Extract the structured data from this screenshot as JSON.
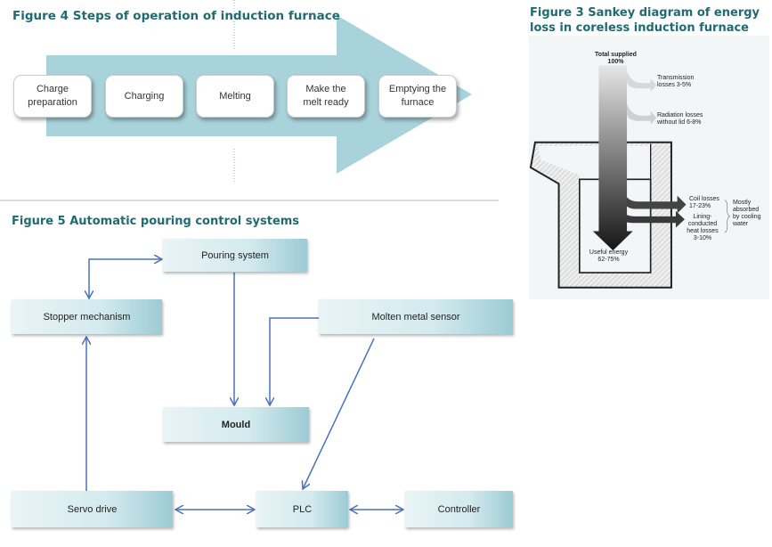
{
  "figure4": {
    "title": "Figure 4 Steps of operation of induction furnace",
    "steps": [
      {
        "line1": "Charge",
        "line2": "preparation"
      },
      {
        "line1": "Charging",
        "line2": ""
      },
      {
        "line1": "Melting",
        "line2": ""
      },
      {
        "line1": "Make the",
        "line2": "melt ready"
      },
      {
        "line1": "Emptying the",
        "line2": "furnace"
      }
    ],
    "arrow_color": "#a8d3da"
  },
  "figure3": {
    "title_line1": "Figure 3 Sankey diagram of energy",
    "title_line2": "loss in coreless induction furnace",
    "total": {
      "label": "Total supplied",
      "value": "100%"
    },
    "transmission": {
      "line1": "Transmission",
      "line2": "losses 3-5%"
    },
    "radiation": {
      "line1": "Radiation losses",
      "line2": "without lid 6-8%"
    },
    "coil": {
      "line1": "Coil losses",
      "line2": "17-23%"
    },
    "lining": {
      "line1": "Lining-",
      "line2": "conducted",
      "line3": "heat losses",
      "line4": "3-10%"
    },
    "absorbed": {
      "line1": "Mostly",
      "line2": "absorbed",
      "line3": "by cooling",
      "line4": "water"
    },
    "useful": {
      "label": "Useful energy",
      "value": "62-75%"
    }
  },
  "figure5": {
    "title": "Figure 5 Automatic pouring control systems",
    "boxes": {
      "pouring": "Pouring system",
      "stopper": "Stopper mechanism",
      "sensor": "Molten metal sensor",
      "mould": "Mould",
      "servo": "Servo drive",
      "plc": "PLC",
      "controller": "Controller"
    },
    "arrow_color": "#4a72b8"
  }
}
